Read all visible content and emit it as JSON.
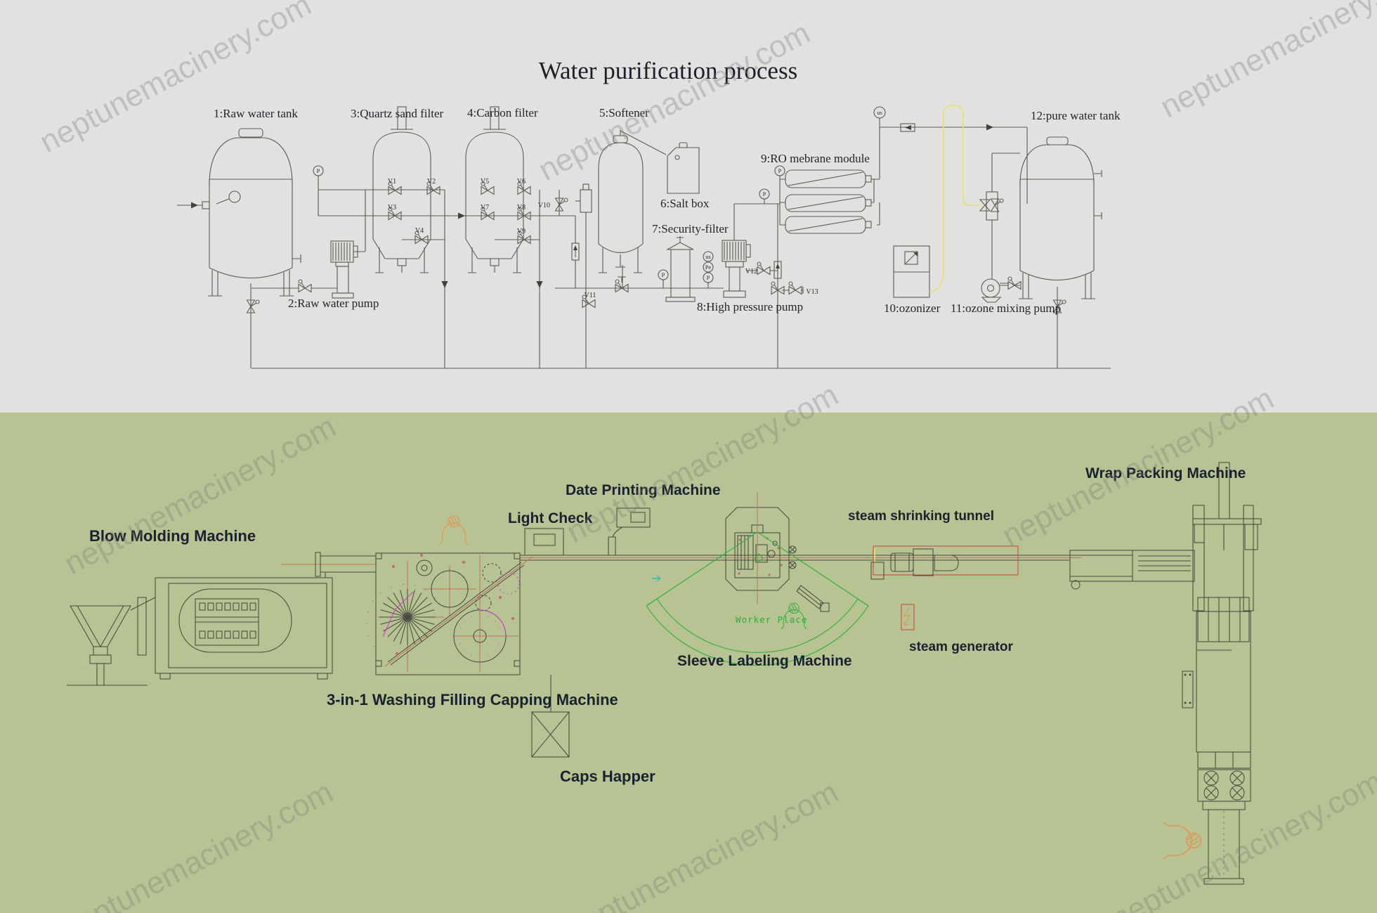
{
  "watermark": "neptunemacinery.com",
  "top": {
    "title": "Water purification process",
    "labels": {
      "raw_water_tank": "1:Raw water tank",
      "raw_water_pump": "2:Raw water pump",
      "quartz_sand_filter": "3:Quartz sand filter",
      "carbon_filter": "4:Carbon filter",
      "softener": "5:Softener",
      "salt_box": "6:Salt box",
      "security_filter": "7:Security-filter",
      "high_pressure_pump": "8:High pressure pump",
      "ro_membrane_module": "9:RO mebrane module",
      "ozonizer": "10:ozonizer",
      "ozone_mixing_pump": "11:ozone mixing pump",
      "pure_water_tank": "12:pure water tank"
    },
    "valves": {
      "v1": "V1",
      "v2": "V2",
      "v3": "V3",
      "v4": "V4",
      "v5": "V5",
      "v6": "V6",
      "v7": "V7",
      "v8": "V8",
      "v9": "V9",
      "v10": "V10",
      "v11": "V11",
      "v12": "V12",
      "v13": "V13"
    },
    "gauges": {
      "p": "P",
      "us": "us",
      "pe": "Pe"
    }
  },
  "bottom": {
    "labels": {
      "blow_molding": "Blow Molding Machine",
      "washing_filling_capping": "3-in-1 Washing Filling Capping Machine",
      "caps_happer": "Caps Happer",
      "light_check": "Light Check",
      "date_printing": "Date Printing Machine",
      "sleeve_labeling": "Sleeve Labeling Machine",
      "worker_place": "Worker Place",
      "steam_shrinking_tunnel": "steam shrinking tunnel",
      "steam_generator": "steam generator",
      "wrap_packing": "Wrap Packing Machine"
    }
  },
  "colors": {
    "top_bg": "#e2e1df",
    "bottom_bg": "#b8c394",
    "line": "#5a5b55",
    "salmon": "#c4705a",
    "red": "#c75b4a",
    "magenta": "#d63ecb",
    "green": "#2fae3e",
    "orange": "#dd9b57",
    "yellow": "#e4e46a",
    "cyan": "#3ab8b0",
    "text": "#18222e"
  }
}
